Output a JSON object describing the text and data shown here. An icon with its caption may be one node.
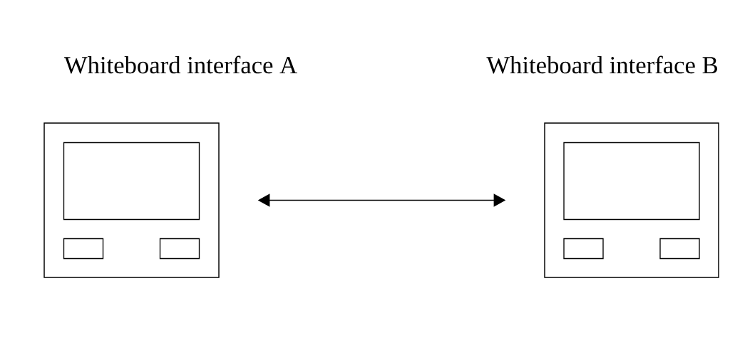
{
  "diagram": {
    "nodes": [
      {
        "text": [
          "Whiteboard interface A"
        ]
      },
      {
        "text": [
          "Whiteboard interface B"
        ]
      }
    ],
    "edges": [
      {
        "from": 0,
        "to": 1,
        "arrow": "both"
      }
    ]
  }
}
